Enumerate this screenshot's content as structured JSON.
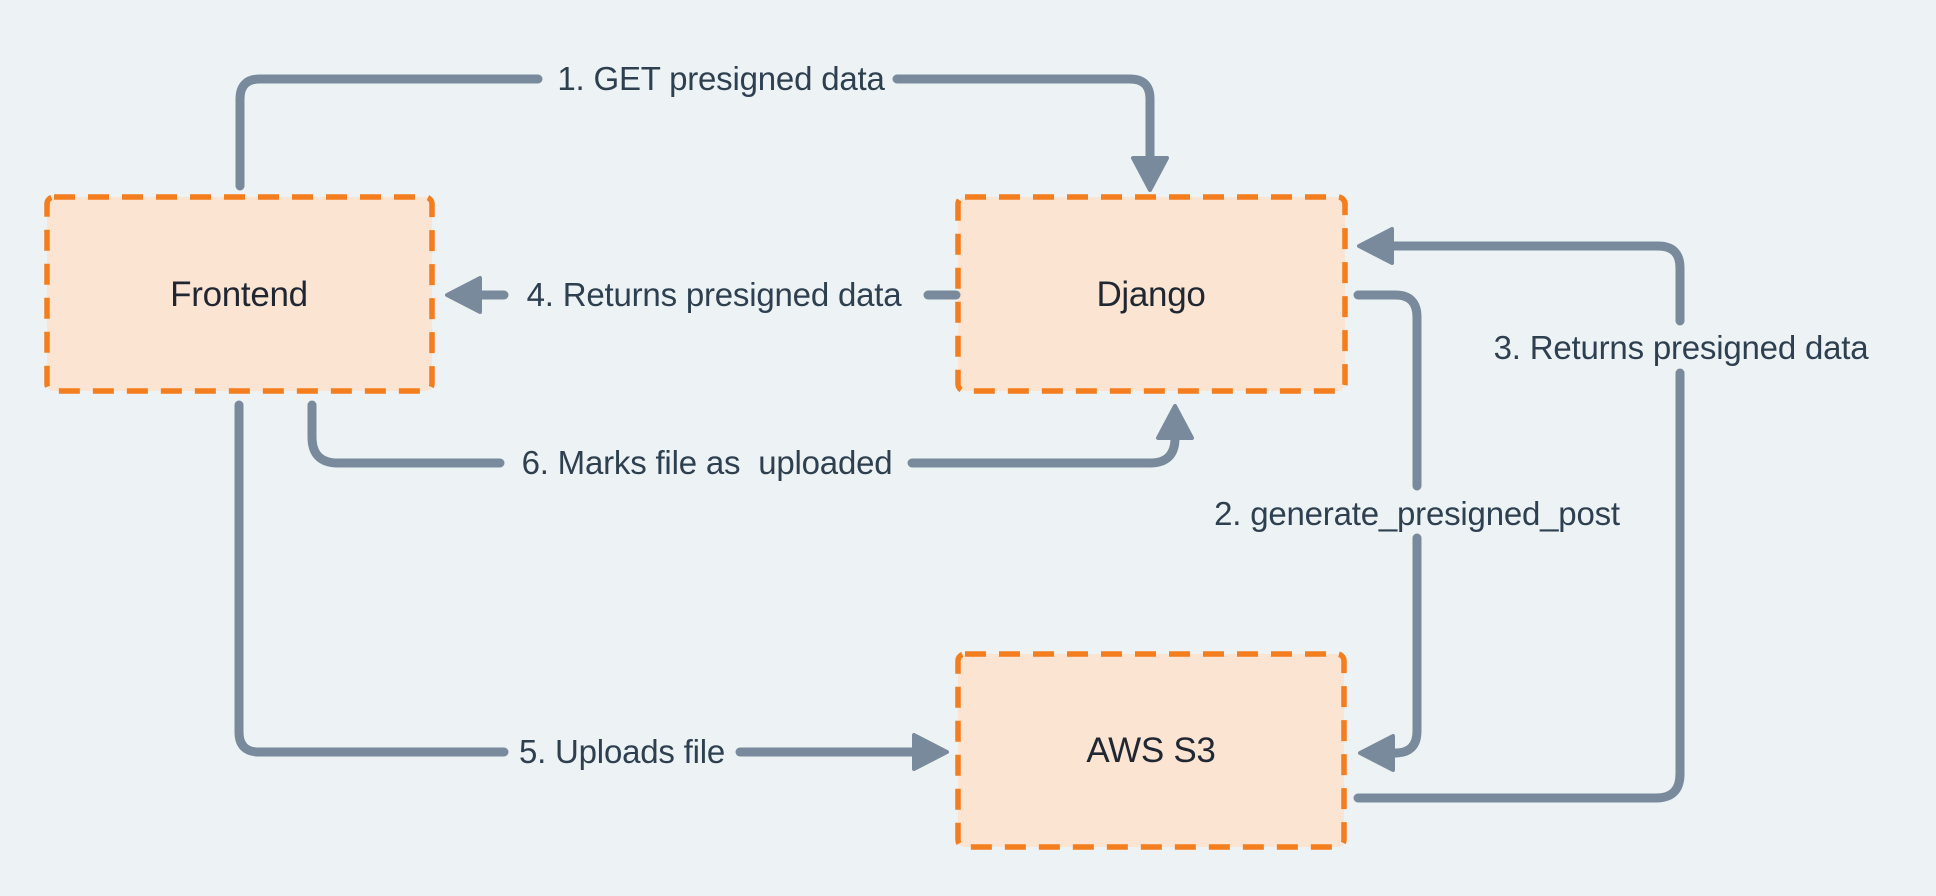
{
  "diagram": {
    "type": "flow-diagram",
    "nodes": [
      {
        "id": "frontend",
        "label": "Frontend"
      },
      {
        "id": "django",
        "label": "Django"
      },
      {
        "id": "aws_s3",
        "label": "AWS S3"
      }
    ],
    "edges": [
      {
        "step": 1,
        "label": "1. GET presigned data",
        "from": "frontend",
        "to": "django"
      },
      {
        "step": 2,
        "label": "2. generate_presigned_post",
        "from": "django",
        "to": "aws_s3"
      },
      {
        "step": 3,
        "label": "3. Returns presigned data",
        "from": "aws_s3",
        "to": "django"
      },
      {
        "step": 4,
        "label": "4. Returns presigned data",
        "from": "django",
        "to": "frontend"
      },
      {
        "step": 5,
        "label": "5. Uploads file",
        "from": "frontend",
        "to": "aws_s3"
      },
      {
        "step": 6,
        "label": "6. Marks file as  uploaded",
        "from": "frontend",
        "to": "django"
      }
    ],
    "colors": {
      "background": "#edf2f5",
      "node_fill": "#fce4d2",
      "node_border": "#f47d1d",
      "arrow": "#788a9b",
      "node_label_text": "#1f2733",
      "edge_label_text": "#2e4050"
    }
  }
}
